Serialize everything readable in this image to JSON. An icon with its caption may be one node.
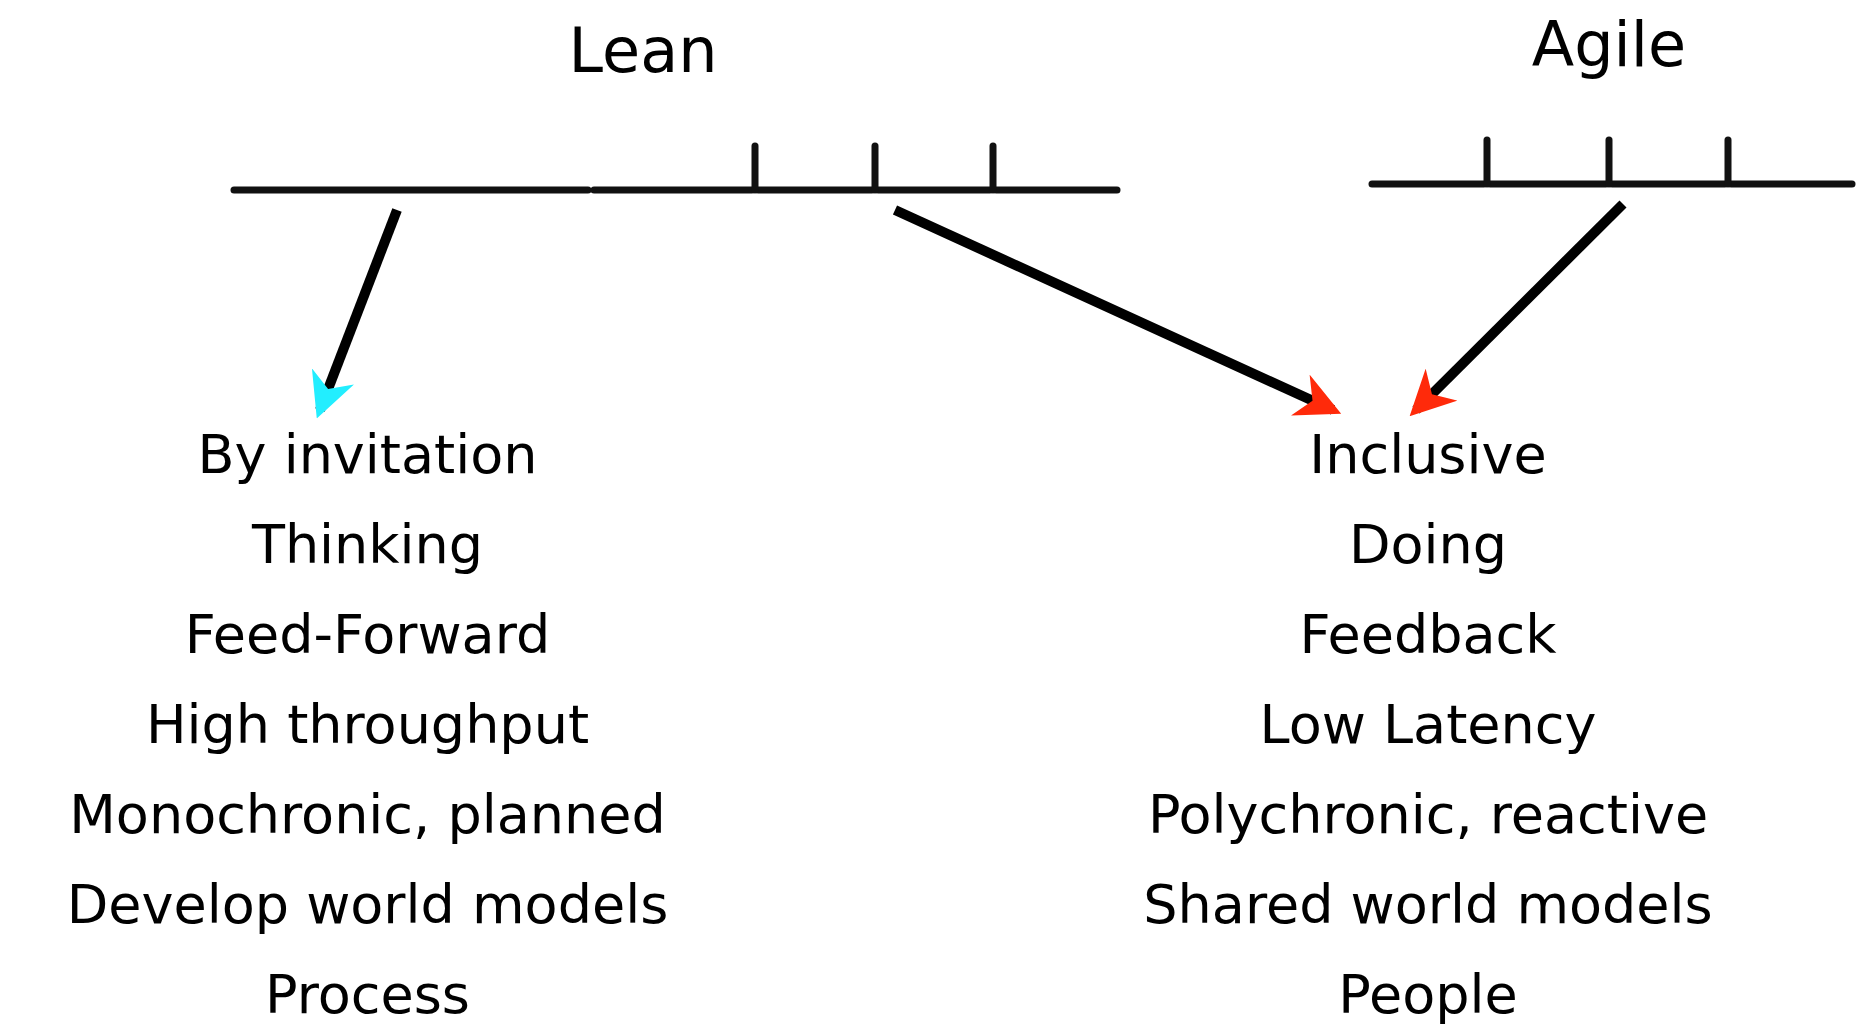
{
  "diagram": {
    "nodes": [
      {
        "text": [
          "Lean"
        ]
      },
      {
        "text": [
          "Agile"
        ]
      },
      {
        "text": [
          "By invitation",
          "Thinking",
          "Feed-Forward",
          "High throughput",
          "Monochronic, planned",
          "Develop world models",
          "Process"
        ]
      },
      {
        "text": [
          "Inclusive",
          "Doing",
          "Feedback",
          "Low Latency",
          "Polychronic, reactive",
          "Shared world models",
          "People"
        ]
      }
    ],
    "edges": [
      {
        "from": 0,
        "to": 2,
        "arrow": "to"
      },
      {
        "from": 0,
        "to": 3,
        "arrow": "to"
      },
      {
        "from": 1,
        "to": 3,
        "arrow": "to"
      }
    ]
  }
}
